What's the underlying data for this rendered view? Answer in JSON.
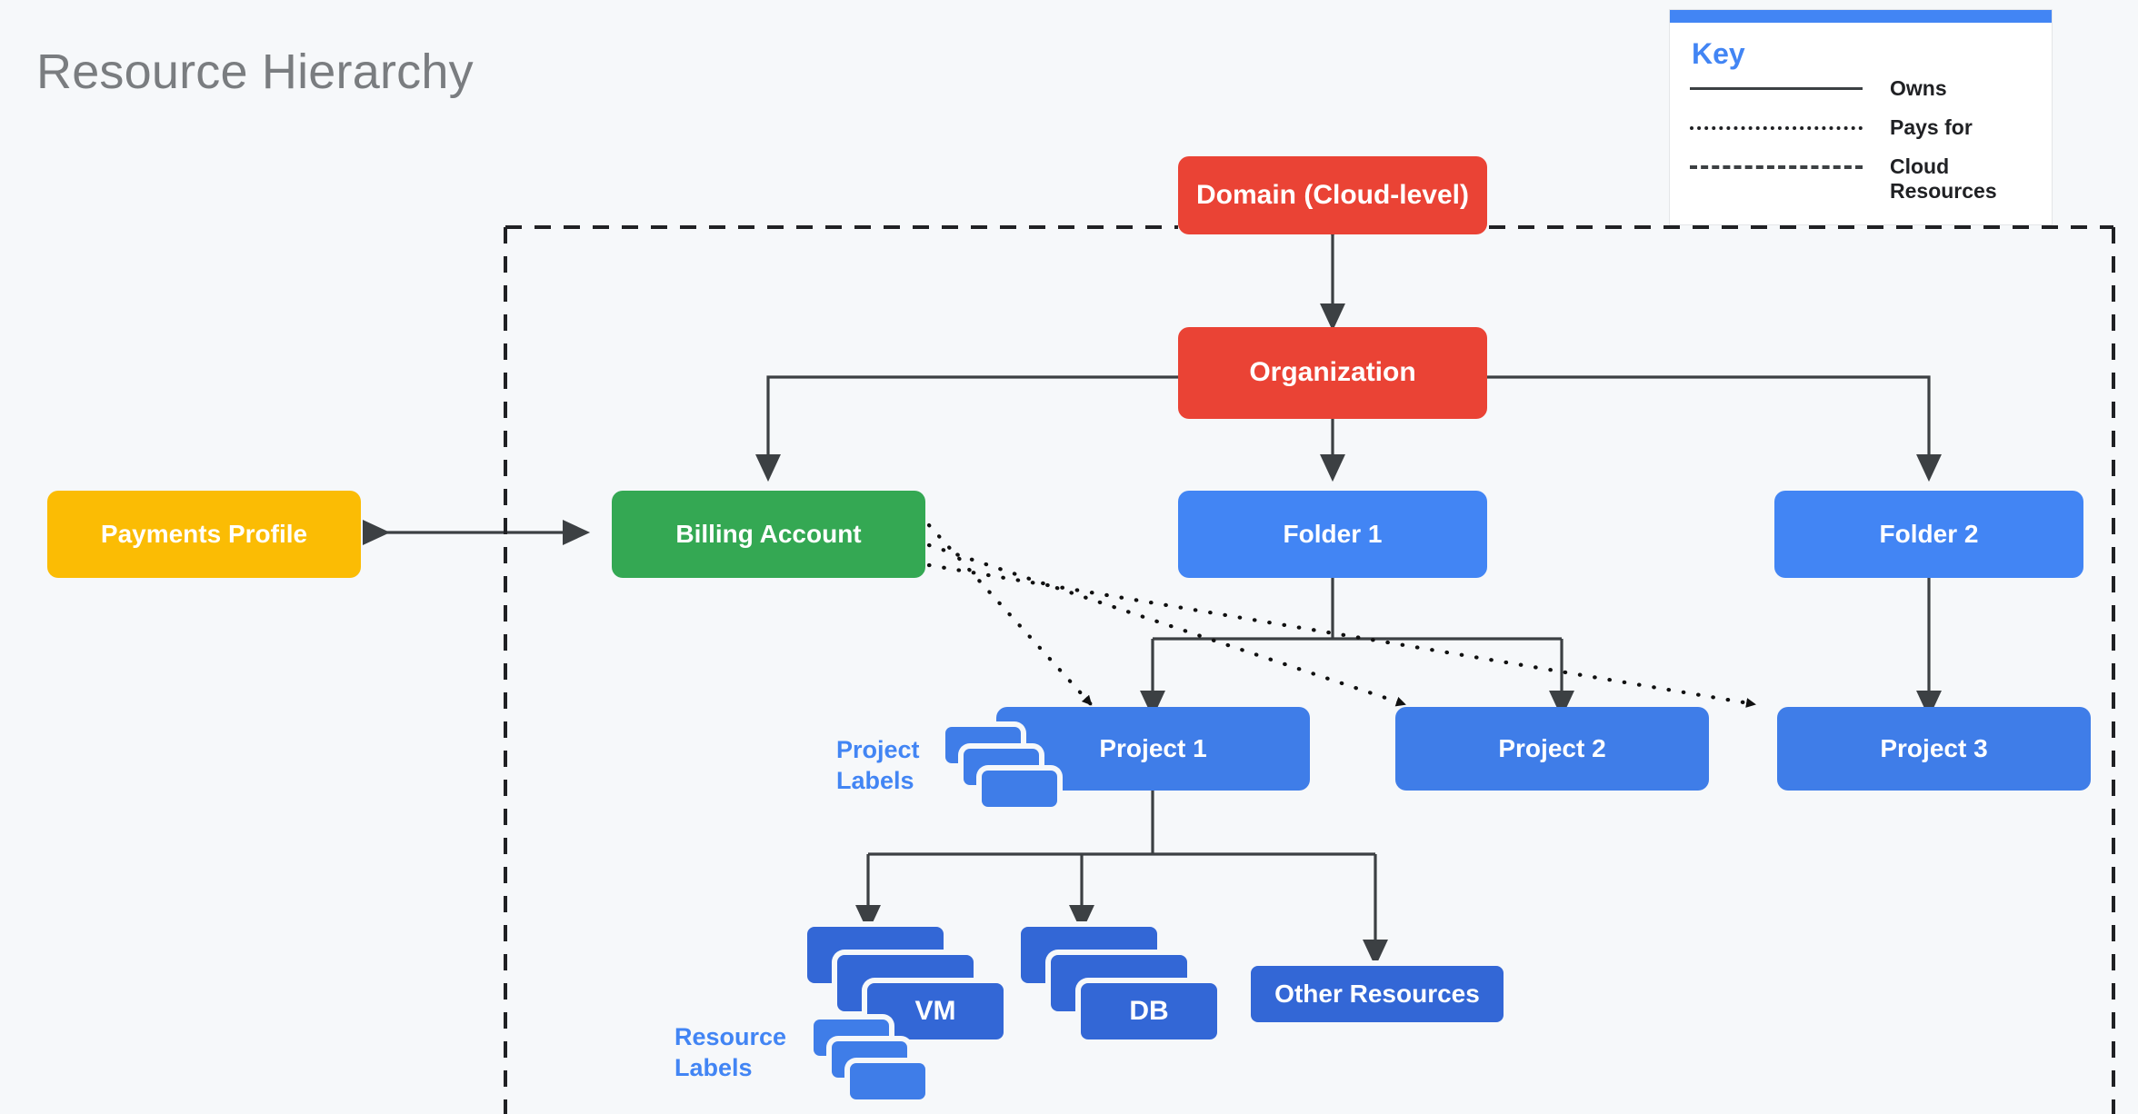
{
  "page": {
    "title": "Resource Hierarchy",
    "background_color": "#f6f8fa",
    "title_color": "#7a7d80"
  },
  "colors": {
    "red": "#ea4335",
    "green": "#34a853",
    "yellow": "#fbbc04",
    "blue": "#4285f4",
    "dark_blue": "#3367d6",
    "line": "#3c4043",
    "accent": "#4285f4"
  },
  "legend": {
    "title": "Key",
    "rows": [
      {
        "style": "solid",
        "label": "Owns"
      },
      {
        "style": "dotted",
        "label": "Pays for"
      },
      {
        "style": "dashed",
        "label": "Cloud Resources"
      }
    ]
  },
  "nodes": {
    "domain": "Domain (Cloud-level)",
    "organization": "Organization",
    "payments_profile": "Payments Profile",
    "billing_account": "Billing Account",
    "folder1": "Folder 1",
    "folder2": "Folder 2",
    "project1": "Project 1",
    "project2": "Project 2",
    "project3": "Project 3",
    "vm": "VM",
    "db": "DB",
    "other_resources": "Other Resources"
  },
  "captions": {
    "project_labels": "Project\nLabels",
    "project_labels_line1": "Project",
    "project_labels_line2": "Labels",
    "resource_labels_line1": "Resource",
    "resource_labels_line2": "Labels"
  },
  "chart_data": {
    "type": "diagram",
    "title": "Resource Hierarchy",
    "diagram_kind": "tree / hierarchy",
    "node_list": [
      {
        "id": "domain",
        "label": "Domain (Cloud-level)",
        "color": "#ea4335",
        "level": 0
      },
      {
        "id": "organization",
        "label": "Organization",
        "color": "#ea4335",
        "level": 1
      },
      {
        "id": "payments_profile",
        "label": "Payments Profile",
        "color": "#fbbc04",
        "level": 2
      },
      {
        "id": "billing_account",
        "label": "Billing Account",
        "color": "#34a853",
        "level": 2
      },
      {
        "id": "folder1",
        "label": "Folder 1",
        "color": "#4285f4",
        "level": 2
      },
      {
        "id": "folder2",
        "label": "Folder 2",
        "color": "#4285f4",
        "level": 2
      },
      {
        "id": "project1",
        "label": "Project 1",
        "color": "#3f7de8",
        "level": 3
      },
      {
        "id": "project2",
        "label": "Project 2",
        "color": "#3f7de8",
        "level": 3
      },
      {
        "id": "project3",
        "label": "Project 3",
        "color": "#3f7de8",
        "level": 3
      },
      {
        "id": "vm",
        "label": "VM",
        "color": "#3367d6",
        "level": 4
      },
      {
        "id": "db",
        "label": "DB",
        "color": "#3367d6",
        "level": 4
      },
      {
        "id": "other_resources",
        "label": "Other Resources",
        "color": "#3367d6",
        "level": 4
      }
    ],
    "edges": [
      {
        "from": "domain",
        "to": "organization",
        "style": "solid",
        "arrows": "both"
      },
      {
        "from": "organization",
        "to": "billing_account",
        "style": "solid",
        "arrows": "to"
      },
      {
        "from": "organization",
        "to": "folder1",
        "style": "solid",
        "arrows": "to"
      },
      {
        "from": "organization",
        "to": "folder2",
        "style": "solid",
        "arrows": "to"
      },
      {
        "from": "payments_profile",
        "to": "billing_account",
        "style": "solid",
        "arrows": "both"
      },
      {
        "from": "folder1",
        "to": "project1",
        "style": "solid",
        "arrows": "to"
      },
      {
        "from": "folder1",
        "to": "project2",
        "style": "solid",
        "arrows": "to"
      },
      {
        "from": "folder2",
        "to": "project3",
        "style": "solid",
        "arrows": "to"
      },
      {
        "from": "project1",
        "to": "vm",
        "style": "solid",
        "arrows": "to"
      },
      {
        "from": "project1",
        "to": "db",
        "style": "solid",
        "arrows": "to"
      },
      {
        "from": "project1",
        "to": "other_resources",
        "style": "solid",
        "arrows": "to"
      },
      {
        "from": "billing_account",
        "to": "project1",
        "style": "dotted",
        "arrows": "to"
      },
      {
        "from": "billing_account",
        "to": "project2",
        "style": "dotted",
        "arrows": "to"
      },
      {
        "from": "billing_account",
        "to": "project3",
        "style": "dotted",
        "arrows": "to"
      }
    ],
    "boundary": {
      "style": "dashed",
      "label": "Cloud Resources"
    },
    "legend": [
      "Owns",
      "Pays for",
      "Cloud Resources"
    ]
  }
}
